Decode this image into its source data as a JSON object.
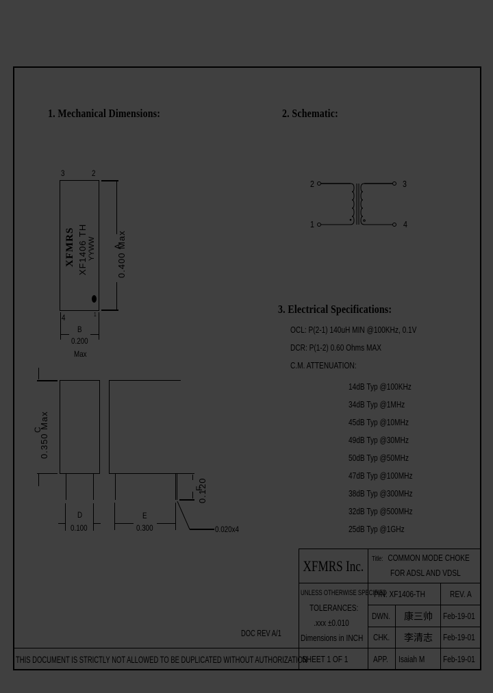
{
  "sections": {
    "mechanical": "1. Mechanical Dimensions:",
    "schematic": "2. Schematic:",
    "electrical": "3. Electrical   Specifications:"
  },
  "top_view": {
    "pin_3": "3",
    "pin_2": "2",
    "pin_4": "4",
    "pin_1": "1",
    "marking_brand": "XFMRS",
    "marking_part": "XF1406  TH",
    "marking_date": "YYWW",
    "dim_a_label": "A",
    "dim_a_value": "0.400  Max",
    "dim_b_label": "B",
    "dim_b_value": "0.200",
    "dim_b_max": "Max"
  },
  "side_view": {
    "dim_c_label": "C",
    "dim_c_value": "0.350  Max",
    "dim_d_label": "D",
    "dim_d_value": "0.100",
    "dim_e_label": "E",
    "dim_e_value": "0.300",
    "dim_f_label": "F",
    "dim_f_value": "0.120",
    "pin_dia": "0.020x4"
  },
  "schematic": {
    "pins": [
      "2",
      "1",
      "3",
      "4"
    ]
  },
  "electrical": {
    "ocl": "OCL: P(2-1) 140uH MIN @100KHz, 0.1V",
    "dcr": "DCR: P(1-2) 0.60 Ohms MAX",
    "cm_label": "C.M. ATTENUATION:",
    "attenuation": [
      "14dB  Typ  @100KHz",
      "34dB  Typ  @1MHz",
      "45dB  Typ  @10MHz",
      "49dB  Typ  @30MHz",
      "50dB  Typ  @50MHz",
      "47dB  Typ  @100MHz",
      "38dB  Typ  @300MHz",
      "32dB  Typ  @500MHz",
      "25dB  Typ  @1GHz"
    ]
  },
  "title_block": {
    "company": "XFMRS Inc.",
    "title_prefix": "Title:",
    "title_line1": "COMMON MODE CHOKE",
    "title_line2": "FOR ADSL AND VDSL",
    "unless": "UNLESS OTHERWISE SPECIFIED",
    "tolerances": "TOLERANCES:",
    "tol_value": ".xxx  ±0.010",
    "units": "Dimensions in INCH",
    "pn": "P/N:  XF1406-TH",
    "rev": "REV. A",
    "dwn_label": "DWN.",
    "dwn_name": "康三帅",
    "dwn_date": "Feb-19-01",
    "chk_label": "CHK.",
    "chk_name": "李清志",
    "chk_date": "Feb-19-01",
    "app_label": "APP.",
    "app_name": "Isaiah  M",
    "app_date": "Feb-19-01",
    "sheet": "SHEET  1  OF  1",
    "doc_rev": "DOC  REV  A/1",
    "notice": "THIS DOCUMENT IS STRICTLY NOT ALLOWED TO BE DUPLICATED WITHOUT AUTHORIZATION"
  }
}
